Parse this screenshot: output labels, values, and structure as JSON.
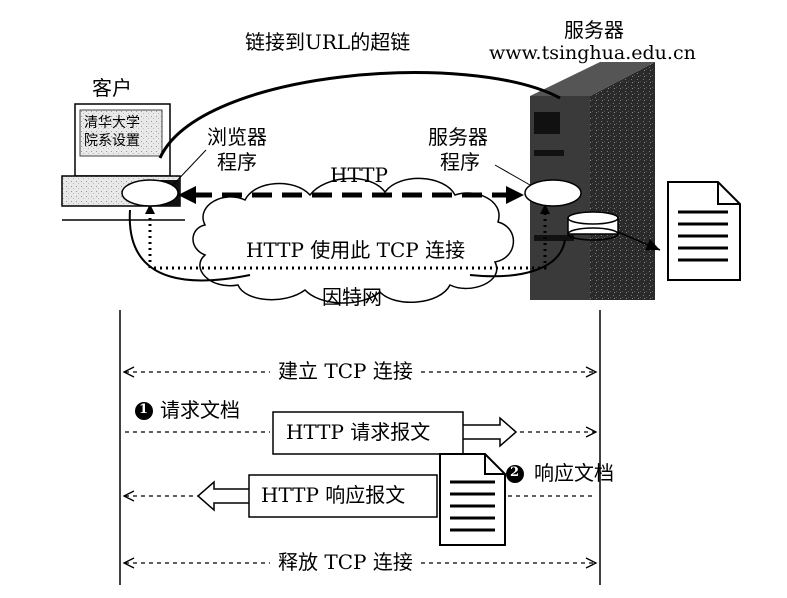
{
  "top": {
    "hyperlink_label": "链接到URL的超链",
    "client_label": "客户",
    "server_label": "服务器",
    "server_domain": "www.tsinghua.edu.cn",
    "screen_line1": "清华大学",
    "screen_line2": "院系设置",
    "browser_label_line1": "浏览器",
    "browser_label_line2": "程序",
    "server_prog_line1": "服务器",
    "server_prog_line2": "程序",
    "http_label": "HTTP",
    "tcp_label": "HTTP 使用此 TCP 连接",
    "internet_label": "因特网"
  },
  "sequence": {
    "establish": "建立 TCP 连接",
    "step1_num": "1",
    "step1_label": "请求文档",
    "request_msg": "HTTP 请求报文",
    "step2_num": "2",
    "step2_label": "响应文档",
    "response_msg": "HTTP 响应报文",
    "release": "释放 TCP 连接"
  }
}
